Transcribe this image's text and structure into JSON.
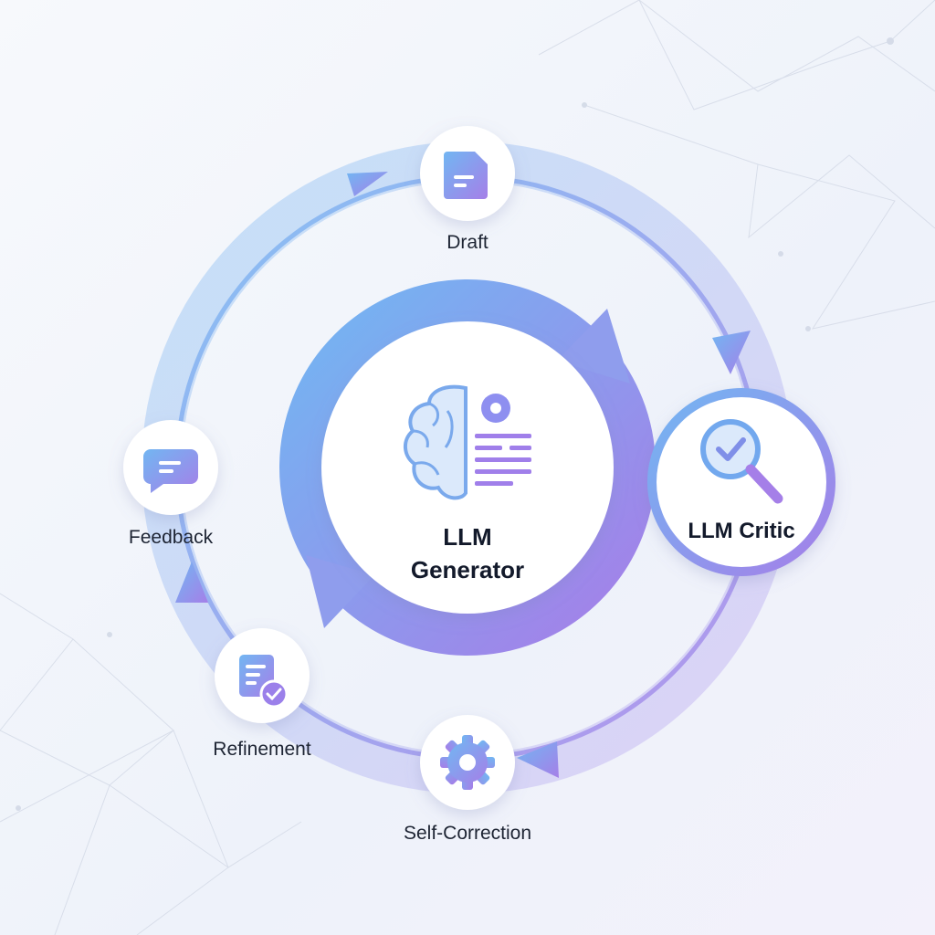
{
  "center": {
    "title_line1": "LLM",
    "title_line2": "Generator",
    "icon": "brain-gear-document-icon"
  },
  "critic": {
    "title": "LLM Critic",
    "icon": "magnifier-check-icon"
  },
  "steps": [
    {
      "label": "Draft",
      "icon": "document-icon"
    },
    {
      "label": "Feedback",
      "icon": "chat-bubble-icon"
    },
    {
      "label": "Refinement",
      "icon": "document-check-icon"
    },
    {
      "label": "Self-Correction",
      "icon": "gear-icon"
    }
  ],
  "colors": {
    "blue": "#72b6f2",
    "purple": "#a57fe8",
    "text": "#1d2433"
  }
}
